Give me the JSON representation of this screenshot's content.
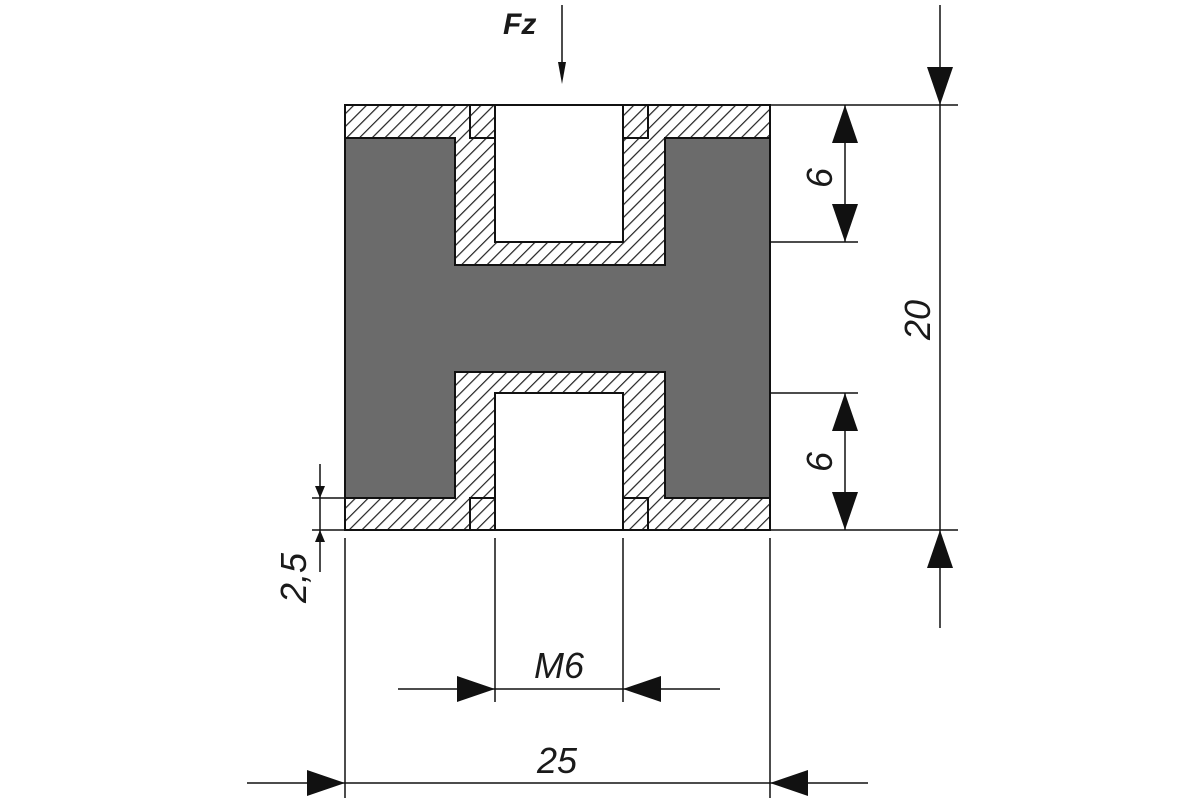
{
  "diagram": {
    "force_label": "Fz",
    "dimensions": {
      "height": "20",
      "top_thread_depth": "6",
      "bottom_thread_depth": "6",
      "plate_thickness": "2,5",
      "thread": "M6",
      "width": "25"
    },
    "colors": {
      "rubber": "#6b6b6b",
      "hatch": "#222222",
      "line": "#111111",
      "background": "#ffffff"
    }
  }
}
